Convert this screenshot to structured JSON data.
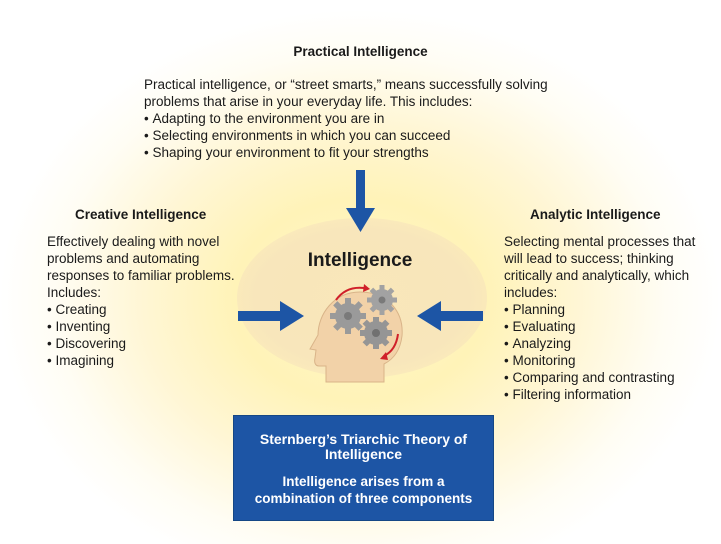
{
  "practical": {
    "heading": "Practical Intelligence",
    "intro": "Practical intelligence, or “street smarts,” means successfully solving problems that arise in your everyday life. This includes:",
    "items": [
      "Adapting to the environment you are in",
      "Selecting environments in which you can succeed",
      "Shaping your environment to fit your strengths"
    ]
  },
  "creative": {
    "heading": "Creative Intelligence",
    "intro": "Effectively dealing with novel problems and automating responses to familiar problems. Includes:",
    "items": [
      "Creating",
      "Inventing",
      "Discovering",
      "Imagining"
    ]
  },
  "analytic": {
    "heading": "Analytic Intelligence",
    "intro": "Selecting mental processes that will lead to success; thinking critically and analytically, which includes:",
    "items": [
      "Planning",
      "Evaluating",
      "Analyzing",
      "Monitoring",
      "Comparing and contrasting",
      "Filtering information"
    ]
  },
  "center": {
    "label": "Intelligence"
  },
  "summary": {
    "title": "Sternberg’s Triarchic Theory of Intelligence",
    "subtitle": "Intelligence arises from a combination of three components"
  },
  "colors": {
    "arrow": "#1d55a5",
    "box": "#1d55a5",
    "head": "#f2d2a8",
    "gear": "#9a9a9a",
    "cycle_arrow": "#d0202a",
    "glow": "#fff3b8"
  },
  "icons": [
    "head-with-gears-icon",
    "arrow-down-icon",
    "arrow-right-icon",
    "arrow-left-icon"
  ]
}
